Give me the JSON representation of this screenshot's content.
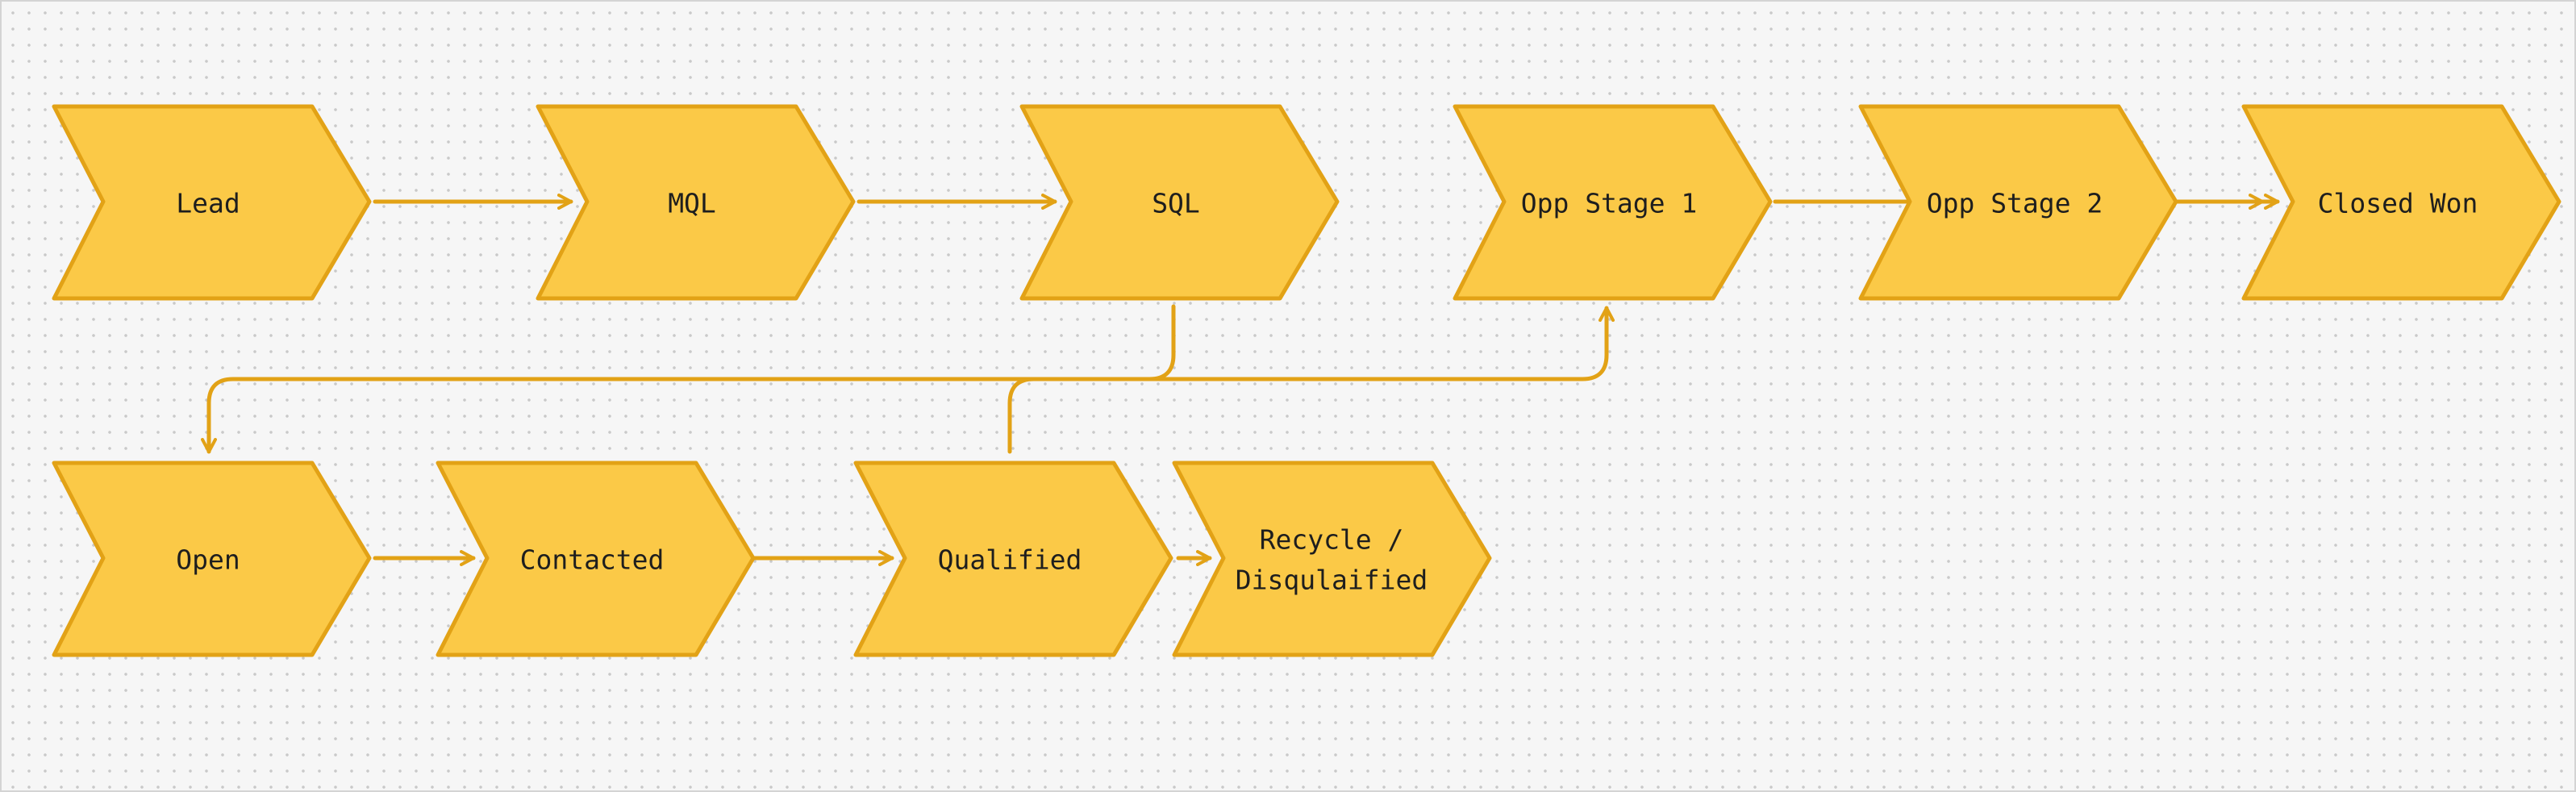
{
  "colors": {
    "node_fill": "#fbc947",
    "node_stroke": "#e2a216",
    "connector": "#e2a216",
    "text": "#1e1e1e",
    "canvas_background": "#f6f6f6"
  },
  "nodes": {
    "lead": {
      "label": "Lead"
    },
    "mql": {
      "label": "MQL"
    },
    "sql": {
      "label": "SQL"
    },
    "opp_stage_1": {
      "label": "Opp Stage 1"
    },
    "opp_stage_2": {
      "label": "Opp Stage 2"
    },
    "closed_won": {
      "label": "Closed Won"
    },
    "open": {
      "label": "Open"
    },
    "contacted": {
      "label": "Contacted"
    },
    "qualified": {
      "label": "Qualified"
    },
    "recycle": {
      "label_line1": "Recycle /",
      "label_line2": "Disqulaified"
    }
  },
  "connections": [
    {
      "from": "Lead",
      "to": "MQL"
    },
    {
      "from": "MQL",
      "to": "SQL"
    },
    {
      "from": "Opp Stage 1",
      "to": "Opp Stage 2"
    },
    {
      "from": "Opp Stage 2",
      "to": "Closed Won"
    },
    {
      "from": "SQL",
      "to": "Open"
    },
    {
      "from": "Open",
      "to": "Contacted"
    },
    {
      "from": "Contacted",
      "to": "Qualified"
    },
    {
      "from": "Qualified",
      "to": "Recycle / Disqulaified"
    },
    {
      "from": "Qualified",
      "to": "Opp Stage 1"
    }
  ]
}
